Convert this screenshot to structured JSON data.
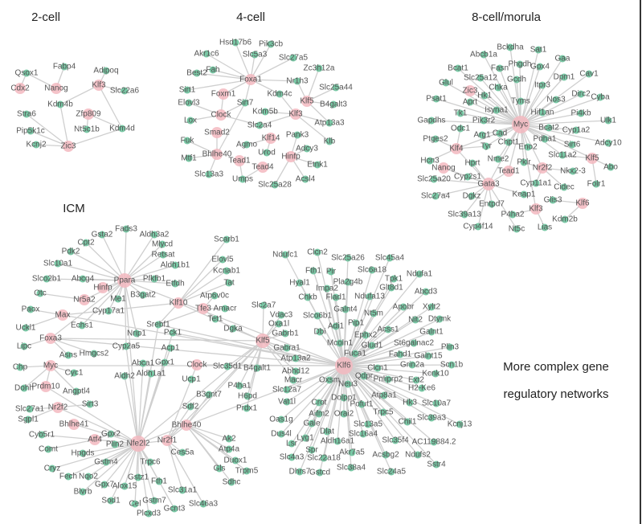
{
  "colors": {
    "regulator": "#f3b8c0",
    "target": "#6cc39c",
    "edge": "#cfcfcf"
  },
  "annotation": {
    "line1": "More complex gene",
    "line2": "regulatory networks"
  },
  "networks": [
    {
      "title": "2-cell",
      "groups": [
        {
          "regulator": "Klf3",
          "targets": [
            "Adipoq",
            "Slc22a6",
            "Kdm4b",
            "Kdm4d"
          ]
        },
        {
          "regulator": "Nanog",
          "targets": [
            "Qsox1",
            "Fabp4"
          ]
        },
        {
          "regulator": "Zic3",
          "targets": [
            "Stra6",
            "Pip5k1c",
            "Kcnj2"
          ]
        },
        {
          "regulator": "Zfp809",
          "targets": [
            "Nt5c1b"
          ]
        },
        {
          "regulator": "Cdx2",
          "targets": []
        }
      ],
      "links": [
        [
          "Zic3",
          "Kdm4b"
        ],
        [
          "Zfp809",
          "Kdm4d"
        ],
        [
          "Zic3",
          "Kdm4d"
        ],
        [
          "Cdx2",
          "Qsox1"
        ]
      ]
    },
    {
      "title": "4-cell",
      "groups": [
        {
          "regulator": "Foxa1",
          "targets": [
            "Hsd17b6",
            "Pik3cb",
            "Akr1c6",
            "Slc5a3",
            "Slc27a5",
            "Best2",
            "Fah",
            "Nr1h3",
            "Sirt1",
            "Kdm4c",
            "Sirt7"
          ]
        },
        {
          "regulator": "Klf5",
          "targets": [
            "Zc3h12a",
            "Slc25a44",
            "B4galt3",
            "Atp13a3"
          ]
        },
        {
          "regulator": "Klf3",
          "targets": [
            "Kdm5b",
            "Klb",
            "Slc2a4"
          ]
        },
        {
          "regulator": "Foxm1",
          "targets": []
        },
        {
          "regulator": "Clock",
          "targets": [
            "Elovl3",
            "Lox"
          ]
        },
        {
          "regulator": "Smad2",
          "targets": []
        },
        {
          "regulator": "Bhlhe40",
          "targets": [
            "Fuk",
            "Mtf1",
            "Slc13a3"
          ]
        },
        {
          "regulator": "Klf14",
          "targets": [
            "Agmo",
            "Urod"
          ]
        },
        {
          "regulator": "Hinfp",
          "targets": [
            "Pank3",
            "Adcy3",
            "Etnk1",
            "Acsl4",
            "Slc25a28"
          ]
        },
        {
          "regulator": "Tead1",
          "targets": [
            "Umps"
          ]
        },
        {
          "regulator": "Tead4",
          "targets": []
        }
      ],
      "links": [
        [
          "Foxa1",
          "Foxm1"
        ],
        [
          "Klf3",
          "Kdm4c"
        ],
        [
          "Klf5",
          "Nr1h3"
        ],
        [
          "Clock",
          "Foxm1"
        ],
        [
          "Clock",
          "Sirt7"
        ],
        [
          "Clock",
          "Slc2a4"
        ],
        [
          "Bhlhe40",
          "Sirt7"
        ],
        [
          "Bhlhe40",
          "Smad2"
        ],
        [
          "Tead4",
          "Umps"
        ],
        [
          "Klf3",
          "Atp13a3"
        ]
      ]
    },
    {
      "title": "8-cell/morula",
      "groups": [
        {
          "regulator": "Myc",
          "targets": [
            "Bckdha",
            "Sat1",
            "Abcb1a",
            "Gaa",
            "Bcat1",
            "Fasn",
            "Phgdh",
            "Gpx4",
            "Dpm1",
            "Cav1",
            "Slc25a12",
            "Gcdh",
            "Glul",
            "Itpr3",
            "Chka",
            "Hk1",
            "Dirc2",
            "Cyba",
            "Psat1",
            "Aprt",
            "Tyms",
            "Nos3",
            "Isyna1",
            "Hif1an",
            "Pi4kb",
            "Tk1",
            "Ulk1",
            "Gapdhs",
            "Pik3r2",
            "Bcat2",
            "Cyp1a2",
            "Arg1",
            "Cad",
            "Chpt1",
            "Pdha1",
            "Sirt6",
            "Adcy10",
            "Eno2",
            "Slc11a2",
            "Nme2",
            "Pklr",
            "Tyr"
          ]
        },
        {
          "regulator": "Zic3",
          "targets": []
        },
        {
          "regulator": "Klf4",
          "targets": [
            "Ptges2",
            "Odc1",
            "Hcn3"
          ]
        },
        {
          "regulator": "Gata3",
          "targets": [
            "Slc25a20",
            "Cyp2s1",
            "Hprt",
            "Slc27a4",
            "Dgkz",
            "Entpd7",
            "Slc39a13",
            "Cyp4f14",
            "Nt5c",
            "Keap1"
          ]
        },
        {
          "regulator": "Nanog",
          "targets": []
        },
        {
          "regulator": "Tead1",
          "targets": []
        },
        {
          "regulator": "Nr2f2",
          "targets": [
            "Cyp11a1",
            "Nkx2-3",
            "Cidec"
          ]
        },
        {
          "regulator": "Klf5",
          "targets": [
            "Abo",
            "Folr1"
          ]
        },
        {
          "regulator": "Klf6",
          "targets": [
            "Glis3",
            "Kdm2b"
          ]
        },
        {
          "regulator": "Klf3",
          "targets": [
            "P4ha2",
            "Lias"
          ]
        }
      ],
      "links": [
        [
          "Myc",
          "Zic3"
        ],
        [
          "Myc",
          "Klf4"
        ],
        [
          "Myc",
          "Gata3"
        ],
        [
          "Myc",
          "Nr2f2"
        ],
        [
          "Myc",
          "Tead1"
        ],
        [
          "Myc",
          "Klf5"
        ],
        [
          "Gata3",
          "Klf4"
        ],
        [
          "Gata3",
          "Nanog"
        ],
        [
          "Gata3",
          "Tead1"
        ],
        [
          "Klf4",
          "Tyr"
        ],
        [
          "Myc",
          "Klf3"
        ],
        [
          "Nr2f2",
          "Pklr"
        ],
        [
          "Klf5",
          "Slc11a2"
        ]
      ]
    },
    {
      "title": "ICM",
      "groups": [
        {
          "regulator": "Ppara",
          "targets": [
            "Gsta2",
            "Fads3",
            "Aldh3a2",
            "Cpt2",
            "Mlycd",
            "Pdk2",
            "Retsat",
            "Slc10a1",
            "Aldh1b1",
            "Abcg4",
            "Pfkfb1",
            "Etfdh",
            "Me1",
            "B3gat2",
            "Cyp17a1",
            "Echs1",
            "Nrip1",
            "Cyp2a5",
            "Slco2b1"
          ]
        },
        {
          "regulator": "Hinfp",
          "targets": []
        },
        {
          "regulator": "Nr5a2",
          "targets": [
            "Otc"
          ]
        },
        {
          "regulator": "Max",
          "targets": [
            "Paox",
            "Uckl1"
          ]
        },
        {
          "regulator": "Foxa3",
          "targets": [
            "Lipc",
            "Asns",
            "Hmgcs2"
          ]
        },
        {
          "regulator": "Myc",
          "targets": [
            "Chp",
            "Cyc1",
            "Angptl4",
            "Dohh"
          ]
        },
        {
          "regulator": "Prdm10",
          "targets": []
        },
        {
          "regulator": "Nr2f2",
          "targets": [
            "Slc27a1",
            "Sgpl1",
            "Sirt3"
          ]
        },
        {
          "regulator": "Bhlhe41",
          "targets": []
        },
        {
          "regulator": "Atf4",
          "targets": [
            "Cyb5r1",
            "Comt",
            "Gpx2"
          ]
        },
        {
          "regulator": "Nfe2l2",
          "targets": [
            "Plin2",
            "Hpgds",
            "Gstm4",
            "Trpc6",
            "Cryz",
            "Fech",
            "Nqo2",
            "Gstz1",
            "Gpx7",
            "Alox15",
            "Fth1",
            "Blvrb",
            "Sod1",
            "Cel",
            "Gstm7",
            "Plcxd3",
            "Gcnt3",
            "Aldh2",
            "Aldh1a1",
            "Abca1",
            "Gpx1",
            "Acp1",
            "Pck1",
            "Srebf1"
          ]
        },
        {
          "regulator": "Nr2f1",
          "targets": [
            "Ces5a",
            "Slc31a1",
            "Slc46a3",
            "Ucp1",
            "Sdf2"
          ]
        },
        {
          "regulator": "Bhlhe40",
          "targets": [
            "B3gnt7",
            "Ak2",
            "Atp4a",
            "Duox1",
            "Gls",
            "Trpm5",
            "Sdhc"
          ]
        },
        {
          "regulator": "Klf10",
          "targets": [
            "Scarb1",
            "Elovl5",
            "Kcnab1",
            "Tat"
          ]
        },
        {
          "regulator": "Tfe3",
          "targets": [
            "Atp6v0c",
            "Amacr",
            "Tet1"
          ]
        },
        {
          "regulator": "Clock",
          "targets": []
        },
        {
          "regulator": "Klf5",
          "targets": [
            "Slc2a7",
            "Vdac3",
            "Oxa1l",
            "Gabrb1",
            "Gabra1",
            "Atp13a2",
            "Abhd12",
            "Macr",
            "Dgka",
            "Slc35d1",
            "B4galt1",
            "P4ha1",
            "H6pd",
            "Prdx1"
          ]
        },
        {
          "regulator": "Klf6",
          "targets": [
            "Ndufc1",
            "Clcn2",
            "Slc25a26",
            "Slc45a4",
            "Fth1",
            "Pir",
            "Slc6a18",
            "Ndufa1",
            "Hyal1",
            "Pla2g4b",
            "Tpk1",
            "Impa2",
            "Glt8d1",
            "Abcd3",
            "Chkb",
            "Flad1",
            "Ndufa13",
            "Galnt4",
            "Nt5m",
            "Apobr",
            "Xylt2",
            "Slco6b1",
            "Pip1",
            "Nit2",
            "Dtymk",
            "Adi1",
            "Dbi",
            "Acss1",
            "Ephx2",
            "Galnt1",
            "Mcoln1",
            "Glud1",
            "St6galnac2",
            "Plin3",
            "Fuca1",
            "Fahd1",
            "Galnt15",
            "Clcn1",
            "Grin2a",
            "Scn1b",
            "Kcnk10",
            "Oxsm",
            "Qdpr",
            "Pnliprp2",
            "Ext2",
            "Neu3",
            "Slc12a7",
            "H2-Ke6",
            "Vat1l",
            "Crot",
            "Dolpp1",
            "Pofut1",
            "Atp8a1",
            "Hk3",
            "Slc10a7",
            "Oas1g",
            "Aifm2",
            "Orai2",
            "Trpc5",
            "Slc39a3",
            "Kcnj13",
            "Gale",
            "Slc13a5",
            "Chil1",
            "Dus4l",
            "Lyg1",
            "Dlat",
            "Slc16a4",
            "Lsr",
            "Aldh16a1",
            "Slc35f4",
            "AC119884.2",
            "Spr",
            "Akr7a5",
            "Acsbg2",
            "Ndufs2",
            "Slc4a3",
            "Slc22a18",
            "Sstr4",
            "Dhrs7",
            "Gstcd",
            "Slc38a4",
            "Slc24a5"
          ]
        }
      ],
      "links": [
        [
          "Klf6",
          "Foxa3"
        ],
        [
          "Klf6",
          "Nfe2l2"
        ],
        [
          "Klf5",
          "Nfe2l2"
        ],
        [
          "Klf6",
          "Ppara"
        ],
        [
          "Klf5",
          "Klf10"
        ],
        [
          "Ppara",
          "Nfe2l2"
        ],
        [
          "Klf6",
          "Max"
        ],
        [
          "Klf6",
          "Myc"
        ],
        [
          "Klf5",
          "Foxa3"
        ],
        [
          "Ppara",
          "Hinfp"
        ],
        [
          "Ppara",
          "Nr5a2"
        ],
        [
          "Klf10",
          "Srebf1"
        ],
        [
          "Tfe3",
          "Srebf1"
        ],
        [
          "Nfe2l2",
          "Nr2f1"
        ],
        [
          "Nfe2l2",
          "Atf4"
        ],
        [
          "Nfe2l2",
          "Bhlhe41"
        ],
        [
          "Nfe2l2",
          "Prdm10"
        ],
        [
          "Nfe2l2",
          "Nr2f2"
        ],
        [
          "Clock",
          "Klf6"
        ],
        [
          "Clock",
          "Ucp1"
        ],
        [
          "Nr2f1",
          "Bhlhe40"
        ],
        [
          "Klf5",
          "Bhlhe40"
        ],
        [
          "Myc",
          "Prdm10"
        ],
        [
          "Klf6",
          "Klf5"
        ],
        [
          "Nfe2l2",
          "Cyp2a5"
        ],
        [
          "Klf6",
          "Pck1"
        ],
        [
          "Klf6",
          "Srebf1"
        ],
        [
          "Klf5",
          "Nr2f1"
        ],
        [
          "Foxa3",
          "Ppara"
        ],
        [
          "Max",
          "Klf10"
        ]
      ]
    }
  ]
}
